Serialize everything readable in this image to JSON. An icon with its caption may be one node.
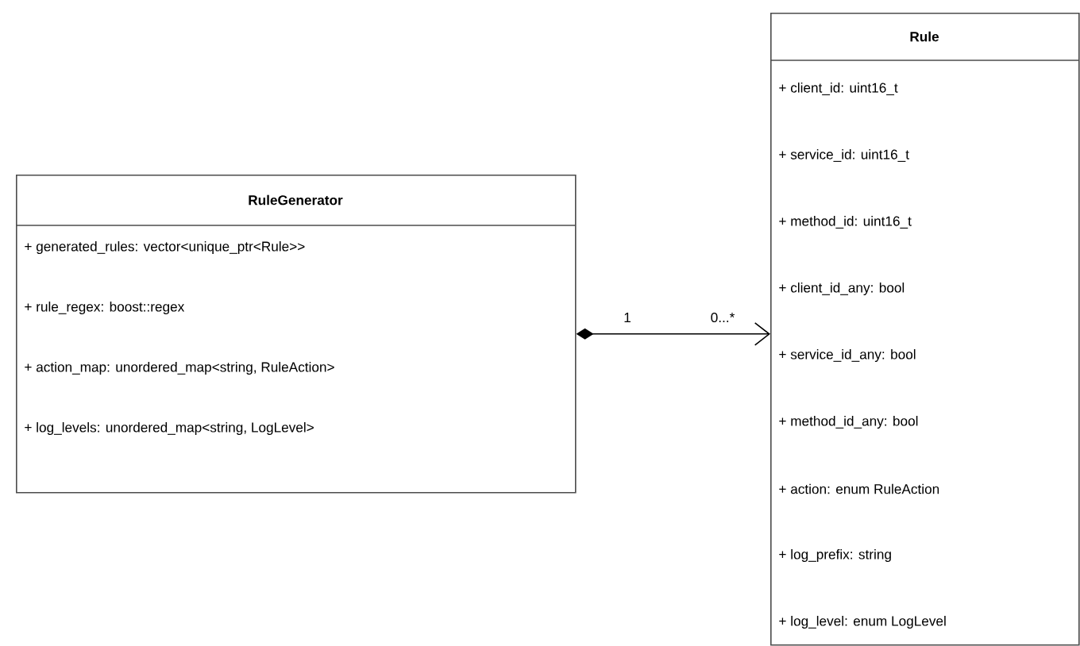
{
  "diagram": {
    "nodes": [
      {
        "text": [
          "RuleGenerator",
          "+ generated_rules: vector<unique_ptr<Rule>>",
          "+ rule_regex: boost::regex",
          "+ action_map: unordered_map<string, RuleAction>",
          "+ log_levels: unordered_map<string, LogLevel>"
        ]
      },
      {
        "text": [
          "Rule",
          "+ client_id: uint16_t",
          "+ service_id: uint16_t",
          "+ method_id: uint16_t",
          "+ client_id_any: bool",
          "+ service_id_any: bool",
          "+ method_id_any: bool",
          "+ action: enum RuleAction",
          "+ log_prefix: string",
          "+ log_level: enum LogLevel"
        ]
      }
    ],
    "edges": [
      {
        "from": 0,
        "to": 1,
        "arrow": "to"
      }
    ],
    "labels": [
      "1",
      "0...*"
    ]
  }
}
